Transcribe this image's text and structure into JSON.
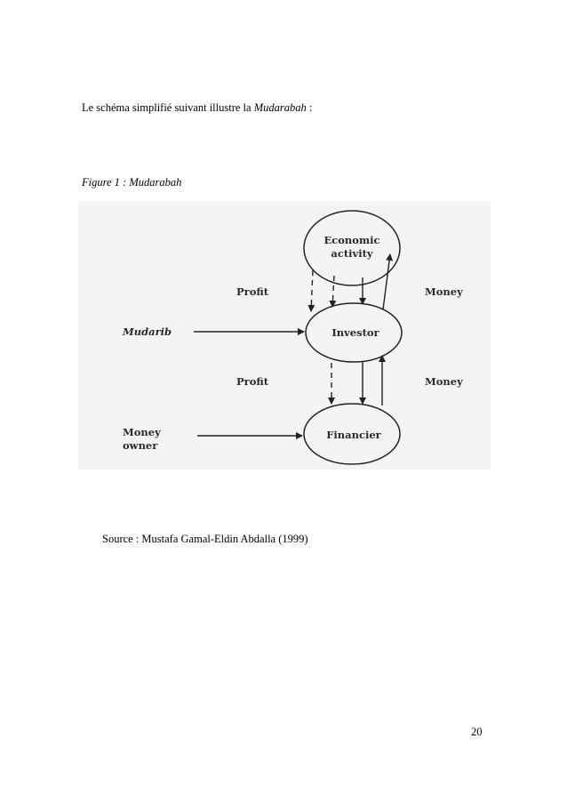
{
  "intro": {
    "text_before": "Le schéma simplifié  suivant illustre la ",
    "italic_term": "Mudarabah",
    "text_after": " :"
  },
  "figure": {
    "caption": "Figure 1 : Mudarabah",
    "nodes": {
      "economic_line1": "Economic",
      "economic_line2": "activity",
      "investor": "Investor",
      "financier": "Financier"
    },
    "labels": {
      "profit_top": "Profit",
      "money_top": "Money",
      "profit_bottom": "Profit",
      "money_bottom": "Money",
      "mudarib": "Mudarib",
      "money_owner_line1": "Money",
      "money_owner_line2": "owner"
    }
  },
  "source": "Source : Mustafa Gamal-Eldin Abdalla (1999)",
  "page_number": "20"
}
